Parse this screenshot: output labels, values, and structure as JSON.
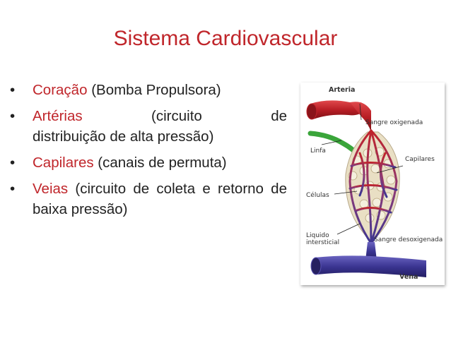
{
  "slide": {
    "title": "Sistema Cardiovascular",
    "bullets": [
      {
        "term": "Coração",
        "rest": " (Bomba Propulsora)"
      },
      {
        "term": "Artérias",
        "rest_word1": "(circuito",
        "rest_word2": "de",
        "rest_line2": "distribuição de alta pressão)"
      },
      {
        "term": "Capilares",
        "rest": " (canais de permuta)"
      },
      {
        "term": "Veias",
        "rest": " (circuito de coleta e retorno de baixa pressão)"
      }
    ]
  },
  "figure": {
    "labels": {
      "arteria": "Arteria",
      "sangre_oxigenada": "Sangre oxigenada",
      "linfa": "Linfa",
      "capilares": "Capilares",
      "celulas": "Células",
      "liquido_line1": "Liquido",
      "liquido_line2": "intersticial",
      "sangre_desoxigenada": "Sangre  desoxigenada",
      "vena": "Vena"
    },
    "colors": {
      "artery": "#c0232a",
      "vein": "#3b3592",
      "lymph": "#3aa53a",
      "tissue": "#e6dcc0"
    }
  }
}
